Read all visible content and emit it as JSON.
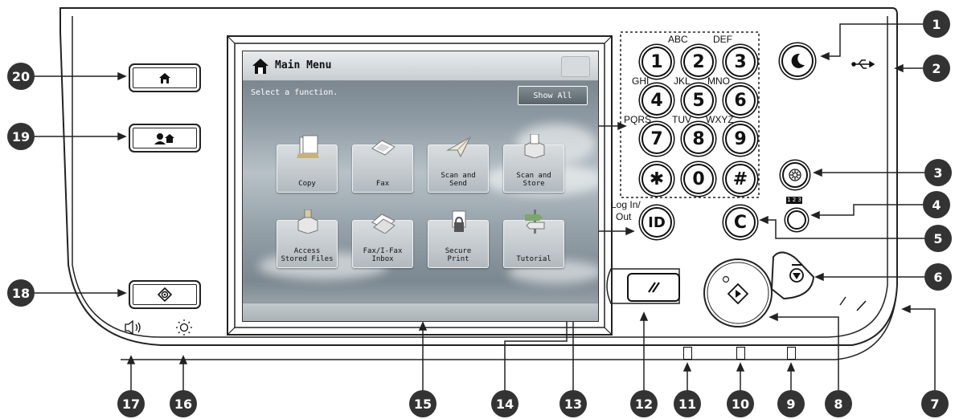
{
  "screen": {
    "title": "Main Menu",
    "prompt": "Select a function.",
    "show_all_label": "Show All",
    "tiles": [
      {
        "label": "Copy",
        "icon": "copy-icon"
      },
      {
        "label": "Fax",
        "icon": "fax-icon"
      },
      {
        "label": "Scan and\nSend",
        "icon": "scan-send-icon"
      },
      {
        "label": "Scan and\nStore",
        "icon": "scan-store-icon"
      },
      {
        "label": "Access\nStored Files",
        "icon": "stored-files-icon"
      },
      {
        "label": "Fax/I-Fax\nInbox",
        "icon": "fax-inbox-icon"
      },
      {
        "label": "Secure\nPrint",
        "icon": "secure-print-icon"
      },
      {
        "label": "Tutorial",
        "icon": "tutorial-icon"
      }
    ]
  },
  "keypad": {
    "keys": [
      "1",
      "2",
      "3",
      "4",
      "5",
      "6",
      "7",
      "8",
      "9",
      "✱",
      "0",
      "#"
    ],
    "letters": [
      "ABC",
      "DEF",
      "GHI",
      "JKL",
      "MNO",
      "PQRS",
      "TUV",
      "WXYZ"
    ],
    "login_label_1": "Log In/",
    "login_label_2": "Out",
    "id_key": "ID",
    "clear_key": "C",
    "counter_label": "1 2 3"
  },
  "callouts": [
    "1",
    "2",
    "3",
    "4",
    "5",
    "6",
    "7",
    "8",
    "9",
    "10",
    "11",
    "12",
    "13",
    "14",
    "15",
    "16",
    "17",
    "18",
    "19",
    "20"
  ],
  "colors": {
    "callout": "#333333",
    "outline": "#222222"
  }
}
